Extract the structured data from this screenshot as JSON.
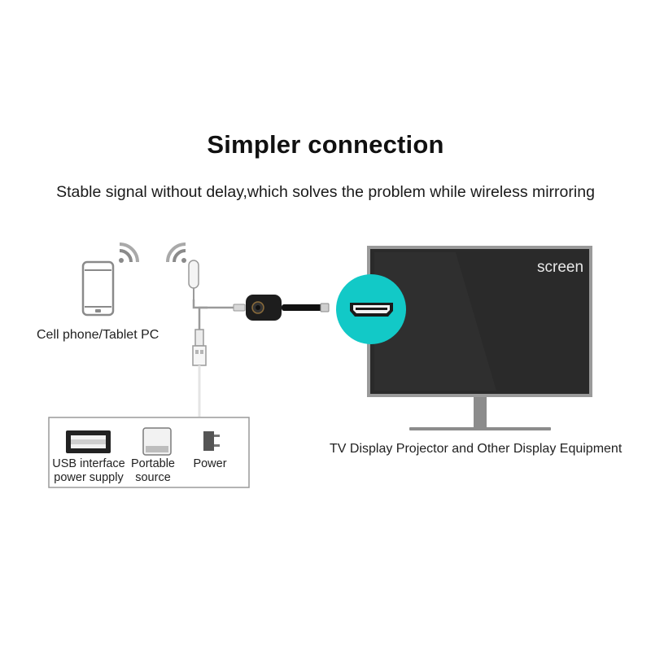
{
  "title": "Simpler connection",
  "subtitle": "Stable signal without delay,which solves the problem while wireless mirroring",
  "devices": {
    "phone_label": "Cell phone/Tablet PC",
    "tv_label": "TV Display Projector and Other Display Equipment",
    "screen_text": "screen"
  },
  "power_options": [
    {
      "label_line1": "USB interface",
      "label_line2": "power supply",
      "icon": "usb-port-icon"
    },
    {
      "label_line1": "Portable",
      "label_line2": "source",
      "icon": "power-bank-icon"
    },
    {
      "label_line1": "Power",
      "label_line2": "",
      "icon": "wall-plug-icon"
    }
  ],
  "colors": {
    "hdmi_circle": "#12c9c7",
    "tv_screen": "#2a2a2a",
    "tv_frame": "#9a9a9a",
    "wifi_icon": "#8a8a8a"
  }
}
